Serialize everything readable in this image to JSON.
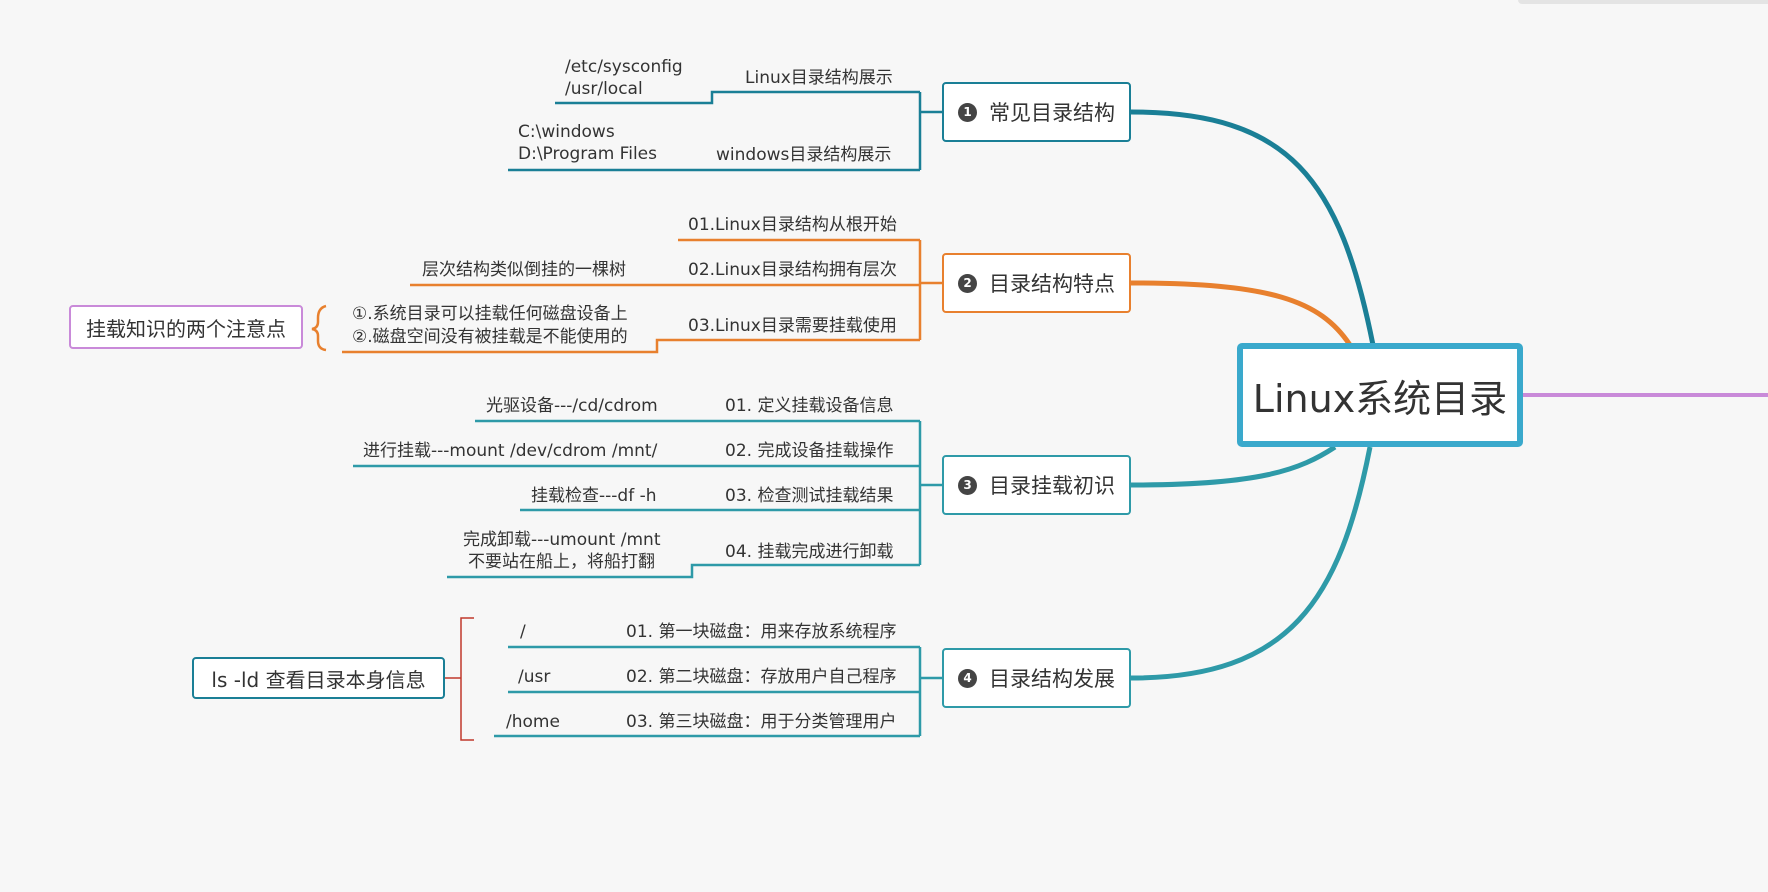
{
  "root": {
    "label": "Linux系统目录"
  },
  "branches": [
    {
      "num": "1",
      "label": "常见目录结构",
      "color": "#1a7f96",
      "items": [
        {
          "label": "Linux目录结构展示",
          "details": [
            "/etc/sysconfig",
            "/usr/local"
          ]
        },
        {
          "label": "windows目录结构展示",
          "details": [
            "C:\\windows",
            "D:\\Program Files"
          ]
        }
      ]
    },
    {
      "num": "2",
      "label": "目录结构特点",
      "color": "#e8802e",
      "items": [
        {
          "label": "01.Linux目录结构从根开始",
          "details": []
        },
        {
          "label": "02.Linux目录结构拥有层次",
          "details": [
            "层次结构类似倒挂的一棵树"
          ]
        },
        {
          "label": "03.Linux目录需要挂载使用",
          "details": [
            "①.系统目录可以挂载任何磁盘设备上",
            "②.磁盘空间没有被挂载是不能使用的"
          ]
        }
      ],
      "summary": {
        "label": "挂载知识的两个注意点",
        "color": "#c98ad9"
      }
    },
    {
      "num": "3",
      "label": "目录挂载初识",
      "color": "#2e9aa8",
      "items": [
        {
          "label": "01. 定义挂载设备信息",
          "details": [
            "光驱设备---/cd/cdrom"
          ]
        },
        {
          "label": "02. 完成设备挂载操作",
          "details": [
            "进行挂载---mount /dev/cdrom  /mnt/"
          ]
        },
        {
          "label": "03. 检查测试挂载结果",
          "details": [
            "挂载检查---df -h"
          ]
        },
        {
          "label": "04. 挂载完成进行卸载",
          "details": [
            "完成卸载---umount /mnt",
            "不要站在船上，将船打翻"
          ]
        }
      ]
    },
    {
      "num": "4",
      "label": "目录结构发展",
      "color": "#2e9aa8",
      "items": [
        {
          "label": "01. 第一块磁盘：用来存放系统程序",
          "details": [
            "/"
          ]
        },
        {
          "label": "02. 第二块磁盘：存放用户自己程序",
          "details": [
            "/usr"
          ]
        },
        {
          "label": "03. 第三块磁盘：用于分类管理用户",
          "details": [
            "/home"
          ]
        }
      ],
      "summary": {
        "label": "ls -ld  查看目录本身信息",
        "color": "#1a7f96"
      }
    }
  ]
}
